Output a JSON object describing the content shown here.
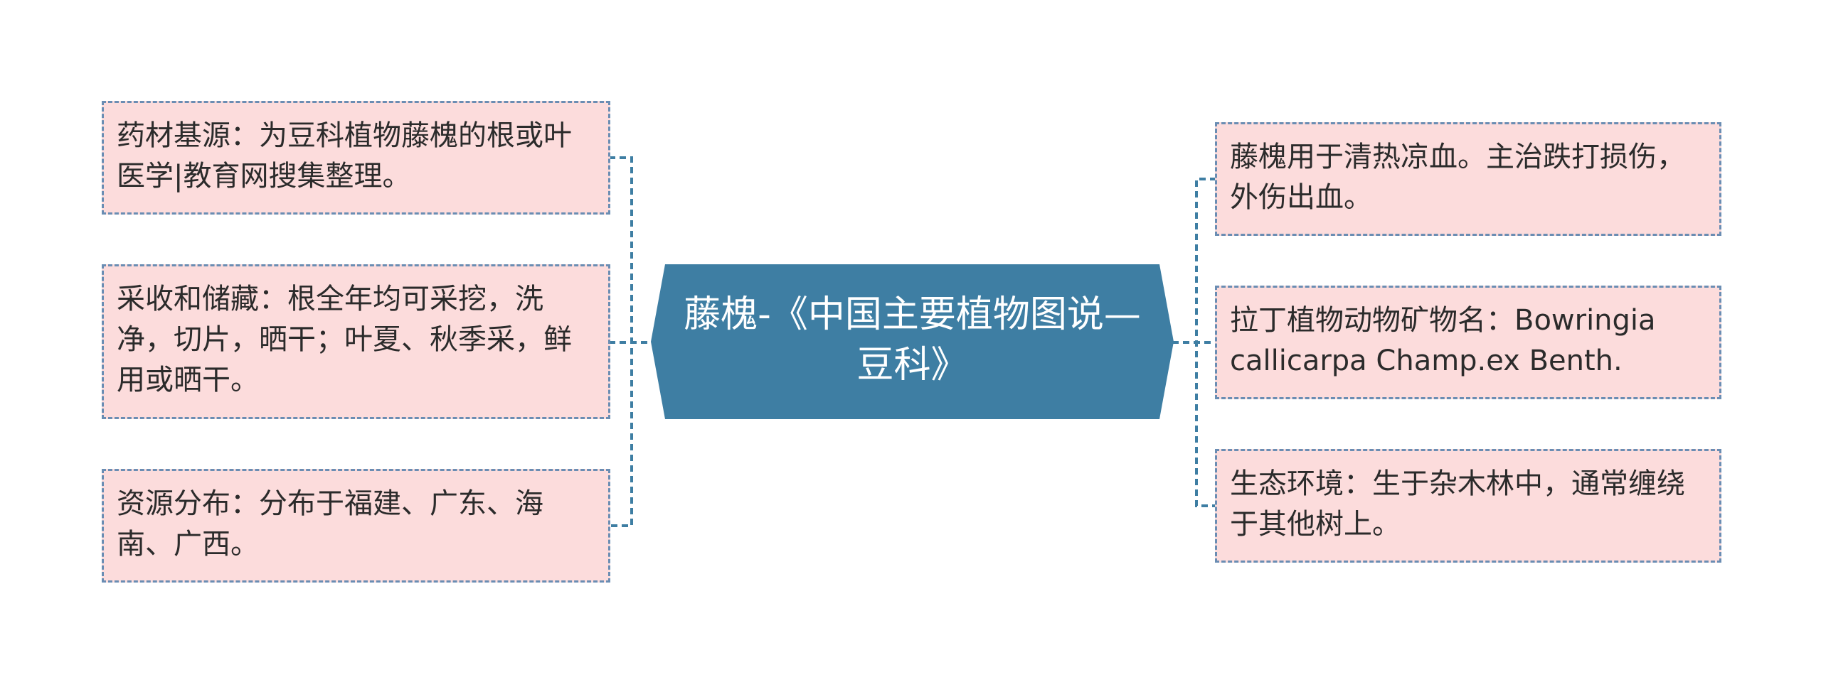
{
  "central": {
    "title": "藤槐-《中国主要植物图说—豆科》"
  },
  "left_nodes": [
    {
      "text": "药材基源：为豆科植物藤槐的根或叶医学|教育网搜集整理。"
    },
    {
      "text": "采收和储藏：根全年均可采挖，洗净，切片，晒干；叶夏、秋季采，鲜用或晒干。"
    },
    {
      "text": "资源分布：分布于福建、广东、海南、广西。"
    }
  ],
  "right_nodes": [
    {
      "text": "藤槐用于清热凉血。主治跌打损伤，外伤出血。"
    },
    {
      "text": "拉丁植物动物矿物名：Bowringia callicarpa Champ.ex Benth."
    },
    {
      "text": "生态环境：生于杂木林中，通常缠绕于其他树上。"
    }
  ],
  "colors": {
    "central_fill": "#3e7ea3",
    "node_fill": "#fcdcdc",
    "node_border": "#6a8db3",
    "connector": "#3e7ea3"
  }
}
